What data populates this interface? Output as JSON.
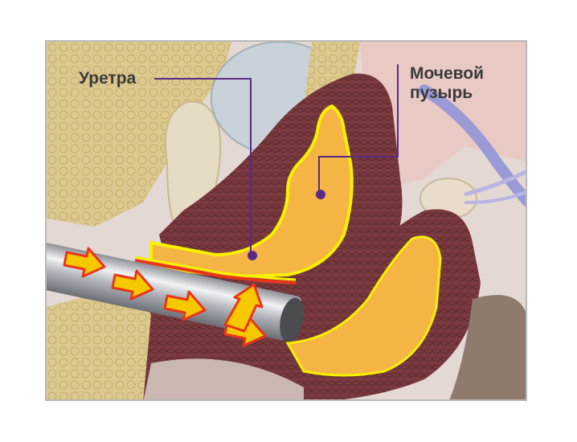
{
  "labels": {
    "urethra": "Уретра",
    "bladder_line1": "Мочевой",
    "bladder_line2": "пузырь"
  },
  "colors": {
    "leader": "#5b2a86",
    "organ_fill": "#f5b545",
    "organ_outline": "#f7f000",
    "tissue": "#7a3a3f",
    "bone": "#d8c58a",
    "arrow": "#f5c800",
    "arrow_outline": "#e8361b",
    "instrument": "#b9bcc2"
  },
  "icons": [
    "arrow-icon",
    "leader-dot-icon",
    "instrument-icon"
  ]
}
